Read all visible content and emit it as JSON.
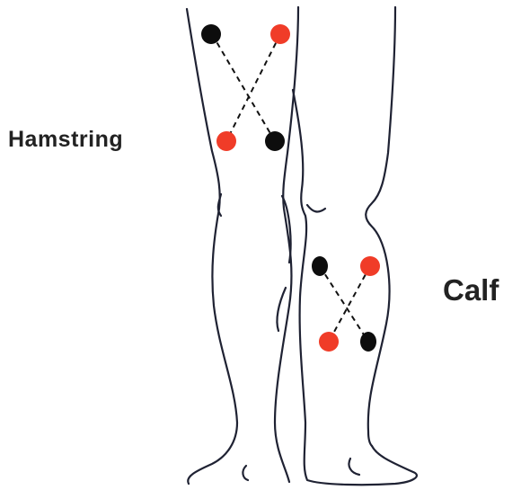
{
  "labels": {
    "hamstring": "Hamstring",
    "calf": "Calf"
  },
  "colors": {
    "outline": "#1f2233",
    "electrode_red": "#f03c28",
    "electrode_black": "#0d0d0d",
    "guide_line": "#111111",
    "label_text": "#222222",
    "background": "#ffffff"
  },
  "electrode_sites": [
    {
      "muscle": "hamstring",
      "color": "black"
    },
    {
      "muscle": "hamstring",
      "color": "red"
    },
    {
      "muscle": "hamstring",
      "color": "red"
    },
    {
      "muscle": "hamstring",
      "color": "black"
    },
    {
      "muscle": "calf",
      "color": "black"
    },
    {
      "muscle": "calf",
      "color": "red"
    },
    {
      "muscle": "calf",
      "color": "red"
    },
    {
      "muscle": "calf",
      "color": "black"
    }
  ]
}
